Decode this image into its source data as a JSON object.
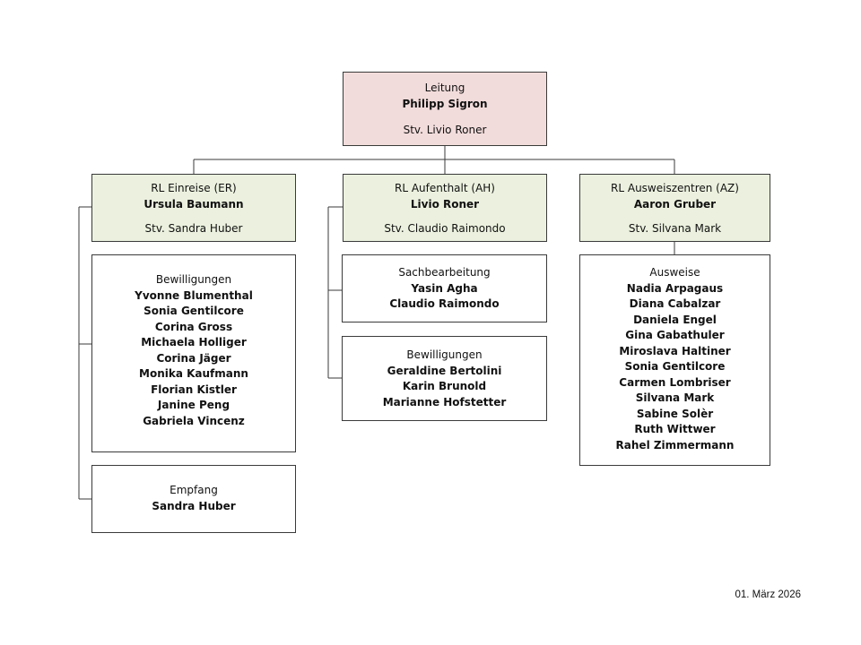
{
  "root": {
    "title": "Leitung",
    "lead": "Philipp Sigron",
    "deputy": "Stv. Livio Roner"
  },
  "heads": [
    {
      "title": "RL Einreise (ER)",
      "lead": "Ursula Baumann",
      "deputy": "Stv. Sandra Huber"
    },
    {
      "title": "RL Aufenthalt (AH)",
      "lead": "Livio Roner",
      "deputy": "Stv. Claudio Raimondo"
    },
    {
      "title": "RL Ausweiszentren (AZ)",
      "lead": "Aaron Gruber",
      "deputy": "Stv. Silvana Mark"
    }
  ],
  "units": [
    {
      "title": "Bewilligungen",
      "members": [
        "Yvonne Blumenthal",
        "Sonia Gentilcore",
        "Corina Gross",
        "Michaela Holliger",
        "Corina Jäger",
        "Monika Kaufmann",
        "Florian Kistler",
        "Janine Peng",
        "Gabriela Vincenz"
      ]
    },
    {
      "title": "Empfang",
      "members": [
        "Sandra Huber"
      ]
    },
    {
      "title": "Sachbearbeitung",
      "members": [
        "Yasin Agha",
        "Claudio Raimondo"
      ]
    },
    {
      "title": "Bewilligungen",
      "members": [
        "Geraldine Bertolini",
        "Karin Brunold",
        "Marianne Hofstetter"
      ]
    },
    {
      "title": "Ausweise",
      "members": [
        "Nadia Arpagaus",
        "Diana Cabalzar",
        "Daniela Engel",
        "Gina Gabathuler",
        "Miroslava Haltiner",
        "Sonia Gentilcore",
        "Carmen Lombriser",
        "Silvana Mark",
        "Sabine Solèr",
        "Ruth Wittwer",
        "Rahel Zimmermann"
      ]
    }
  ],
  "footer": {
    "date": "01. März 2026"
  }
}
